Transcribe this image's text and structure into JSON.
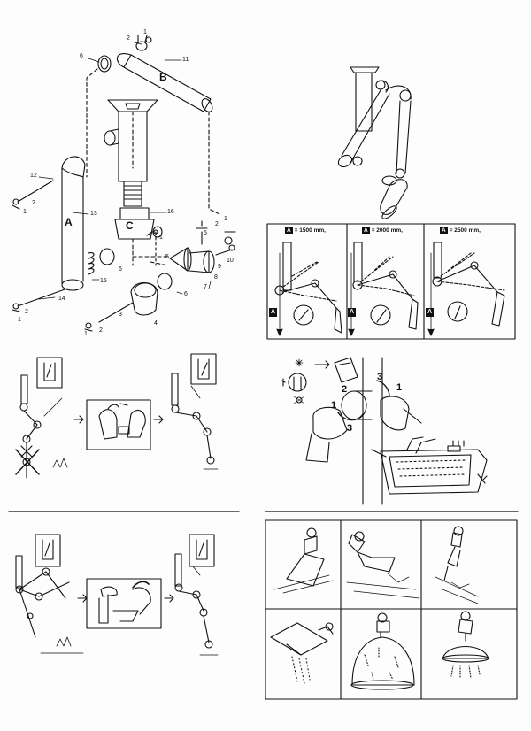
{
  "parts": {
    "p1a": "1",
    "p2a": "2",
    "p6": "6",
    "p11": "11",
    "pB": "B",
    "p12": "12",
    "p2b": "2",
    "p1b": "1",
    "p13": "13",
    "pA": "A",
    "p16": "16",
    "pC": "C",
    "p1c": "1",
    "p5a": "5",
    "p2c": "2",
    "p1d": "1",
    "p10": "10",
    "p9": "9",
    "p8": "8",
    "p5b": "5",
    "p7": "7",
    "p6b": "6",
    "p6c": "6",
    "p15": "15",
    "p14": "14",
    "p2d": "2",
    "p1e": "1",
    "p3": "3",
    "p4": "4",
    "p2e": "2",
    "p1f": "1"
  },
  "reach_panels": [
    {
      "box": "A",
      "value": "= 1500 mm,"
    },
    {
      "box": "A",
      "value": "= 2000 mm,"
    },
    {
      "box": "A",
      "value": "= 2500 mm,"
    }
  ],
  "reach_side_label": "A",
  "steps": {
    "s1": "1",
    "s2": "2",
    "s3a": "3",
    "s1b": "1",
    "s3b": "3"
  }
}
